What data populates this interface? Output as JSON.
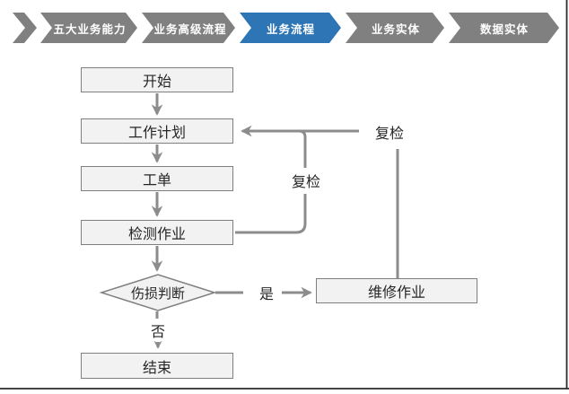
{
  "nav": {
    "items": [
      {
        "label": "五大业务能力",
        "active": false
      },
      {
        "label": "业务高级流程",
        "active": false
      },
      {
        "label": "业务流程",
        "active": true
      },
      {
        "label": "业务实体",
        "active": false
      },
      {
        "label": "数据实体",
        "active": false
      }
    ]
  },
  "flowchart": {
    "nodes": {
      "start": {
        "label": "开始"
      },
      "work_plan": {
        "label": "工作计划"
      },
      "work_order": {
        "label": "工单"
      },
      "inspection_job": {
        "label": "检测作业"
      },
      "damage_decision": {
        "label": "伤损判断"
      },
      "repair_job": {
        "label": "维修作业"
      },
      "end": {
        "label": "结束"
      }
    },
    "edge_labels": {
      "yes": "是",
      "no": "否",
      "recheck_inner": "复检",
      "recheck_outer": "复检"
    }
  },
  "colors": {
    "nav_inactive": "#808080",
    "nav_active": "#2e75b6",
    "nav_text": "#ffffff",
    "node_fill": "#f2f2f2",
    "node_border": "#7f7f7f",
    "connector": "#8c8c8c",
    "text": "#262626"
  }
}
